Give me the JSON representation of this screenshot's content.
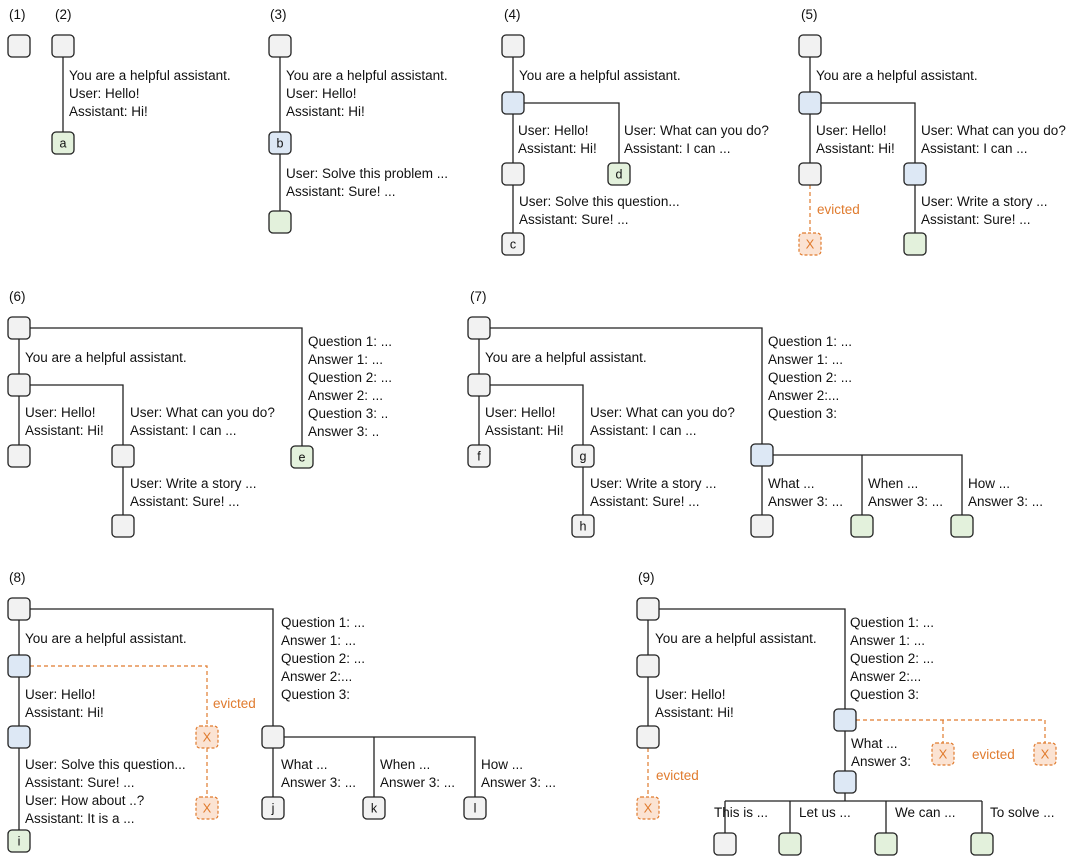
{
  "colors": {
    "grey_node": "#f2f2f2",
    "blue_node": "#dde8f5",
    "green_node": "#e3f1dc",
    "evicted_fill": "#fbe3d3",
    "evicted_orange": "#e07b2e",
    "line": "#222222"
  },
  "labels": {
    "system": "You are a helpful assistant.",
    "user_hello": "User: Hello!",
    "assistant_hi": "Assistant: Hi!",
    "user_what": "User: What can you do?",
    "assistant_ican": "Assistant: I can ...",
    "user_problem": "User: Solve this problem ...",
    "assistant_sure": "Assistant: Sure! ...",
    "user_question": "User: Solve this question...",
    "user_story": "User: Write a story ...",
    "evicted": "evicted",
    "evicted_symbol": "X",
    "q1": "Question 1: ...",
    "a1": "Answer 1: ...",
    "q2": "Question 2: ...",
    "a2_p6": "Answer 2: ...",
    "a2": "Answer 2:...",
    "q3_p6": "Question 3: ..",
    "a3_p6": "Answer 3: ..",
    "q3": "Question 3:",
    "what": "What ...",
    "when": "When ...",
    "how": "How ...",
    "a3_dots": "Answer 3: ...",
    "a3_colon": "Answer 3:",
    "user_howabout": "User: How about ..?",
    "assistant_itis": "Assistant: It is a ...",
    "this_is": "This is ...",
    "let_us": "Let us ...",
    "we_can": "We can ...",
    "to_solve": "To solve ..."
  },
  "panels": [
    {
      "id": "p1",
      "label": "(1)"
    },
    {
      "id": "p2",
      "label": "(2)"
    },
    {
      "id": "p3",
      "label": "(3)"
    },
    {
      "id": "p4",
      "label": "(4)"
    },
    {
      "id": "p5",
      "label": "(5)"
    },
    {
      "id": "p6",
      "label": "(6)"
    },
    {
      "id": "p7",
      "label": "(7)"
    },
    {
      "id": "p8",
      "label": "(8)"
    },
    {
      "id": "p9",
      "label": "(9)"
    }
  ],
  "node_letters": {
    "a": "a",
    "b": "b",
    "c": "c",
    "d": "d",
    "e": "e",
    "f": "f",
    "g": "g",
    "h": "h",
    "i": "i",
    "j": "j",
    "k": "k",
    "l": "l"
  }
}
